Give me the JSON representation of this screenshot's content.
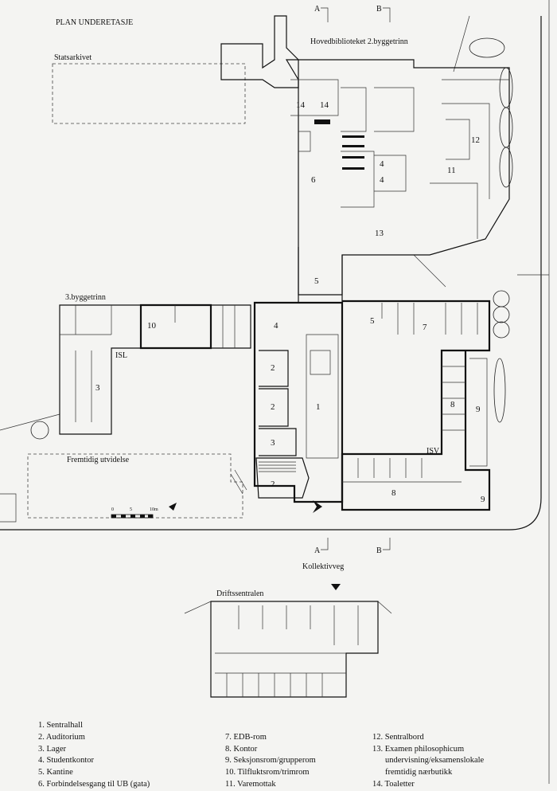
{
  "title": "PLAN UNDERETASJE",
  "labels": {
    "statsarkivet": "Statsarkivet",
    "hovedbiblioteket": "Hovedbiblioteket 2.byggetrinn",
    "byggetrinn3": "3.byggetrinn",
    "isl": "ISL",
    "isv": "ISV",
    "fremtidig": "Fremtidig utvidelse",
    "kollektivveg": "Kollektivveg",
    "driftssentralen": "Driftssentralen",
    "section_a": "A",
    "section_b": "B"
  },
  "scale": {
    "ticks": [
      "0",
      "5",
      "10m"
    ]
  },
  "rooms": {
    "r14a": "14",
    "r14b": "14",
    "r6": "6",
    "r4a": "4",
    "r4b": "4",
    "r11": "11",
    "r12": "12",
    "r13": "13",
    "r5a": "5",
    "r5b": "5",
    "r4c": "4",
    "r7": "7",
    "r10": "10",
    "r3a": "3",
    "r2a": "2",
    "r2b": "2",
    "r3b": "3",
    "r2c": "2",
    "r1": "1",
    "r8a": "8",
    "r9a": "9",
    "r8b": "8",
    "r9b": "9"
  },
  "legend": {
    "col1": [
      "1. Sentralhall",
      "2. Auditorium",
      "3. Lager",
      "4. Studentkontor",
      "5. Kantine",
      "6. Forbindelsesgang til UB (gata)"
    ],
    "col2": [
      "7. EDB-rom",
      "8. Kontor",
      "9. Seksjonsrom/grupperom",
      "10. Tilfluktsrom/trimrom",
      "11. Varemottak"
    ],
    "col3": [
      "12. Sentralbord",
      "13. Examen philosophicum",
      "undervisning/eksamenslokale",
      "fremtidig nærbutikk",
      "14. Toaletter"
    ]
  }
}
